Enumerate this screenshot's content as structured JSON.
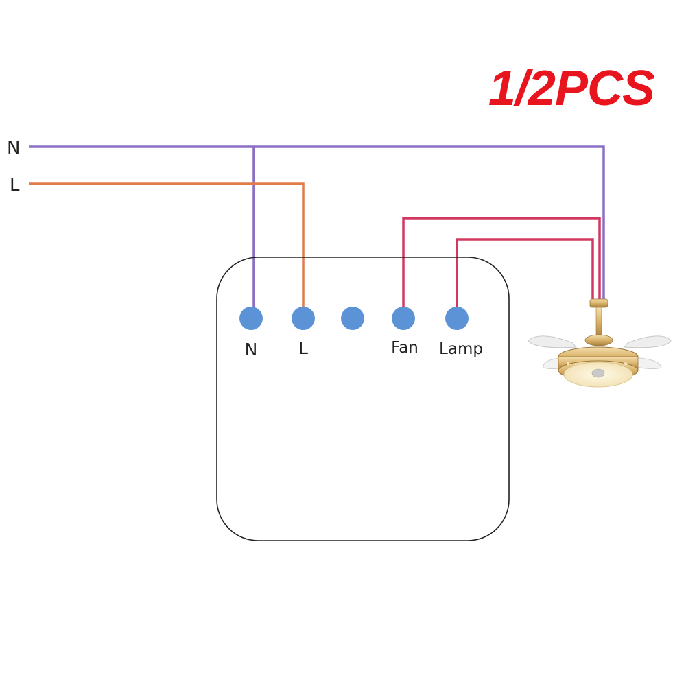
{
  "badge": {
    "text": "1/2PCS",
    "color": "#e8141e"
  },
  "supply": {
    "neutral_label": "N",
    "line_label": "L"
  },
  "module": {
    "terminals": [
      {
        "id": "n",
        "label": "N"
      },
      {
        "id": "l",
        "label": "L"
      },
      {
        "id": "blank",
        "label": ""
      },
      {
        "id": "fan",
        "label": "Fan"
      },
      {
        "id": "lamp",
        "label": "Lamp"
      }
    ]
  },
  "colors": {
    "neutral_wire": "#8a6fc4",
    "line_wire": "#e07b4a",
    "output_wire": "#d2385f",
    "terminal": "#5b93d6",
    "module_outline": "#222222"
  },
  "load": {
    "icon": "ceiling-fan-lamp-icon"
  }
}
